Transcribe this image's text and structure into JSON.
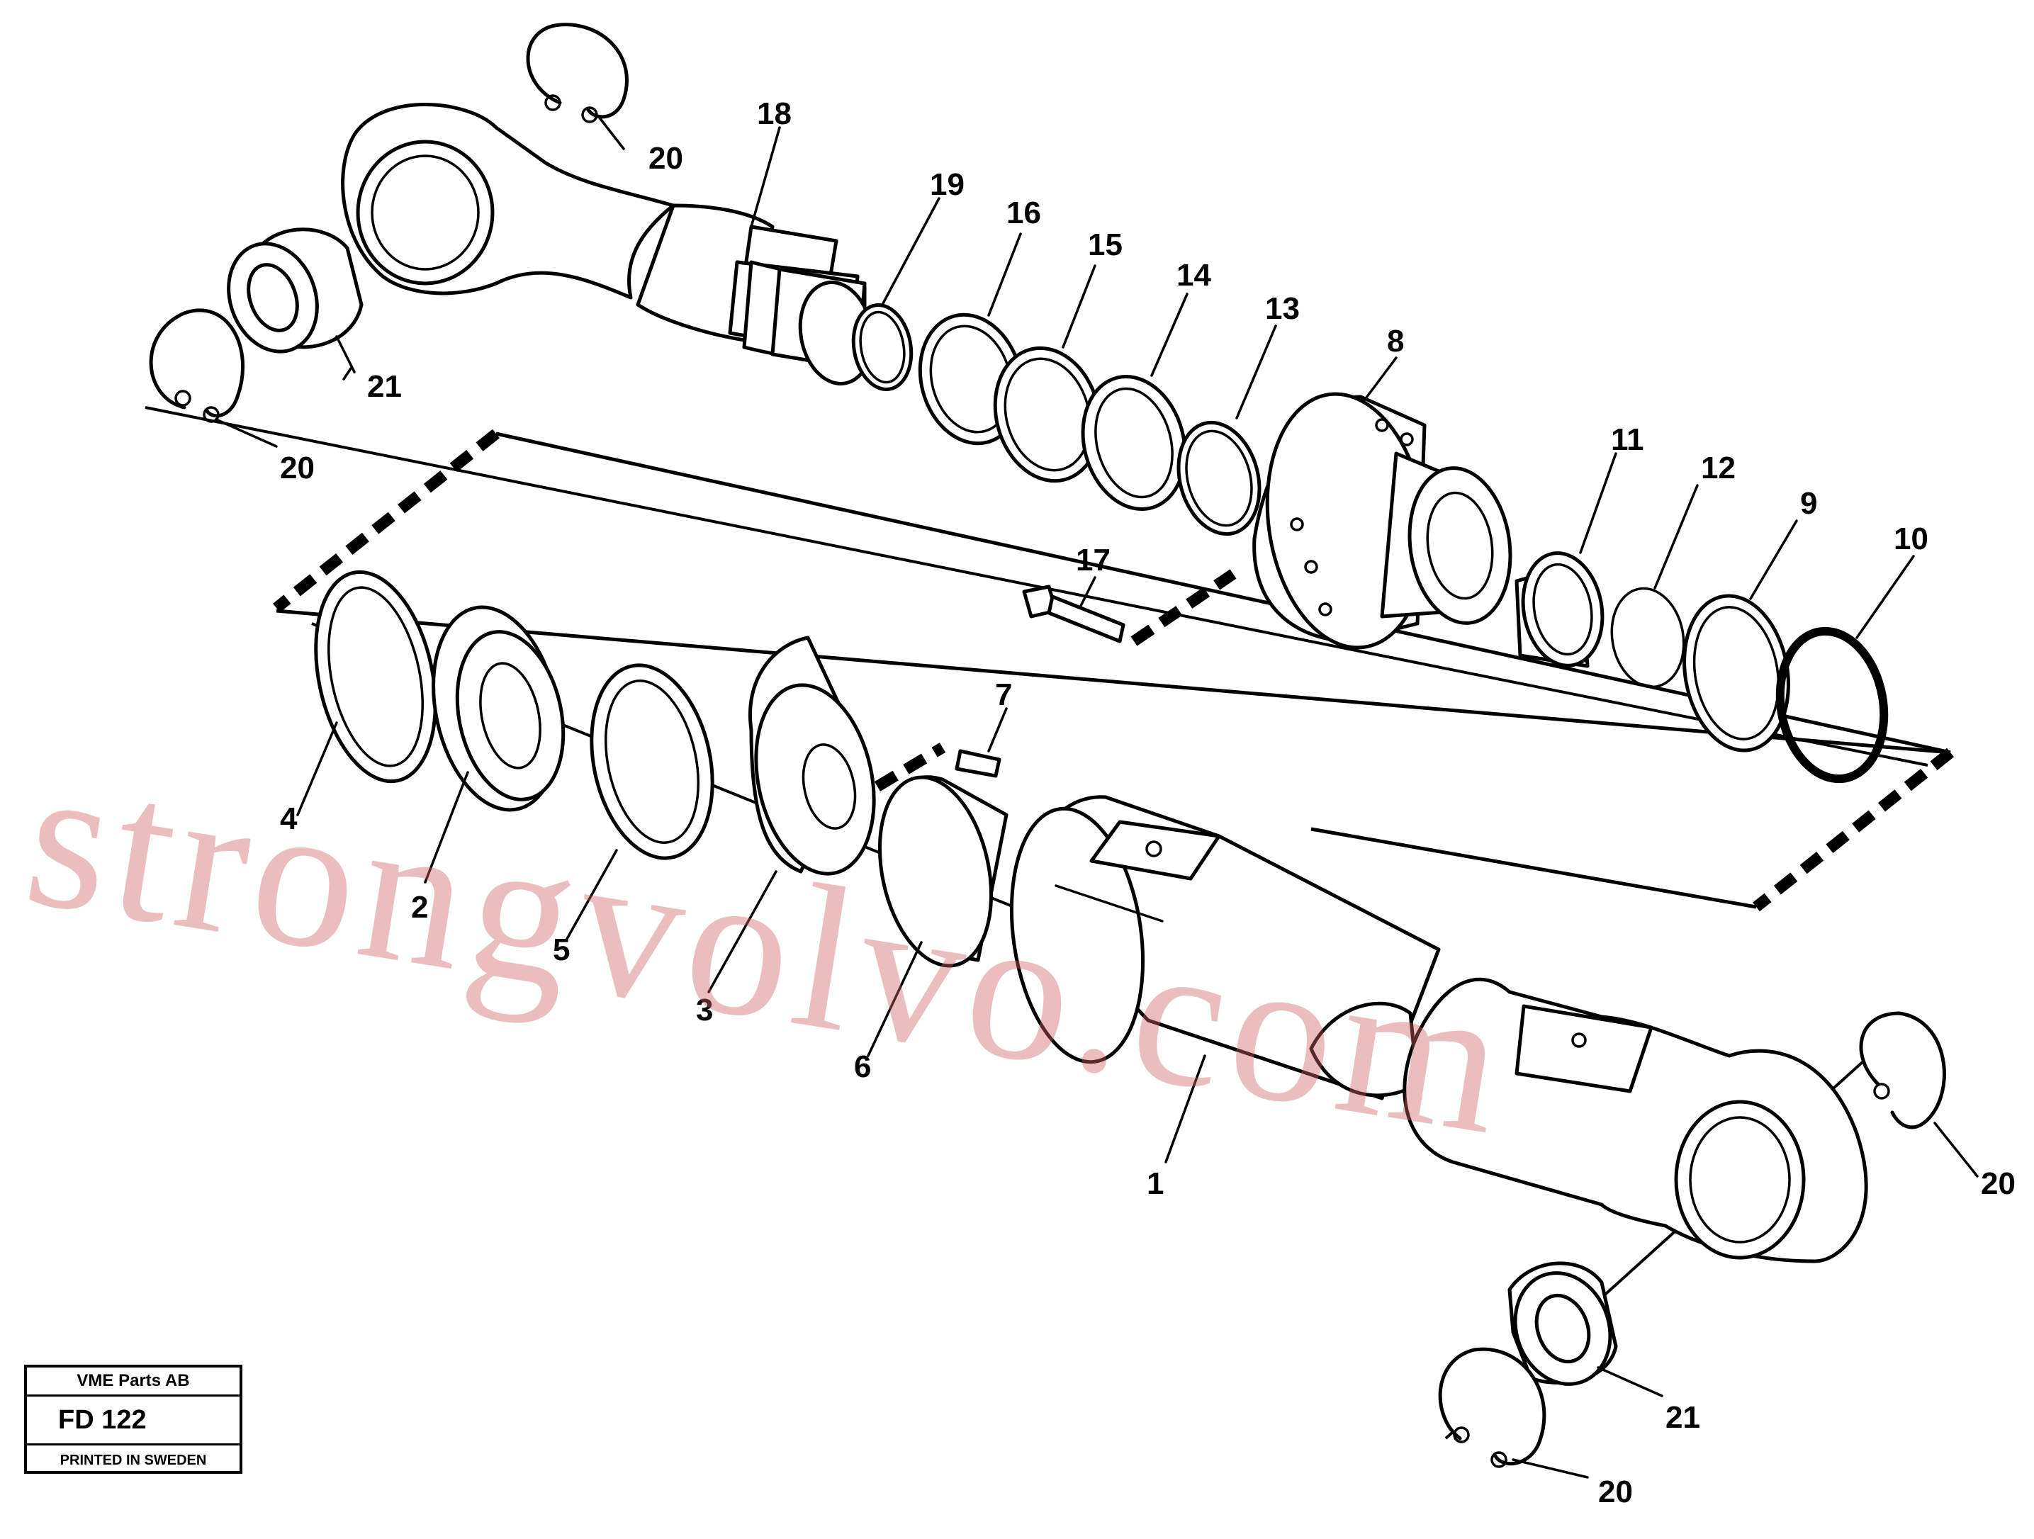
{
  "diagram": {
    "part_numbers": {
      "p1": "1",
      "p2": "2",
      "p3": "3",
      "p4": "4",
      "p5": "5",
      "p6": "6",
      "p7": "7",
      "p8": "8",
      "p9": "9",
      "p10": "10",
      "p11": "11",
      "p12": "12",
      "p13": "13",
      "p14": "14",
      "p15": "15",
      "p16": "16",
      "p17": "17",
      "p18": "18",
      "p19": "19",
      "p20": "20",
      "p21": "21"
    }
  },
  "watermark": {
    "text": "strongvolvo.com"
  },
  "stamp": {
    "company": "VME Parts AB",
    "code": "FD 122",
    "printed": "PRINTED IN SWEDEN"
  }
}
